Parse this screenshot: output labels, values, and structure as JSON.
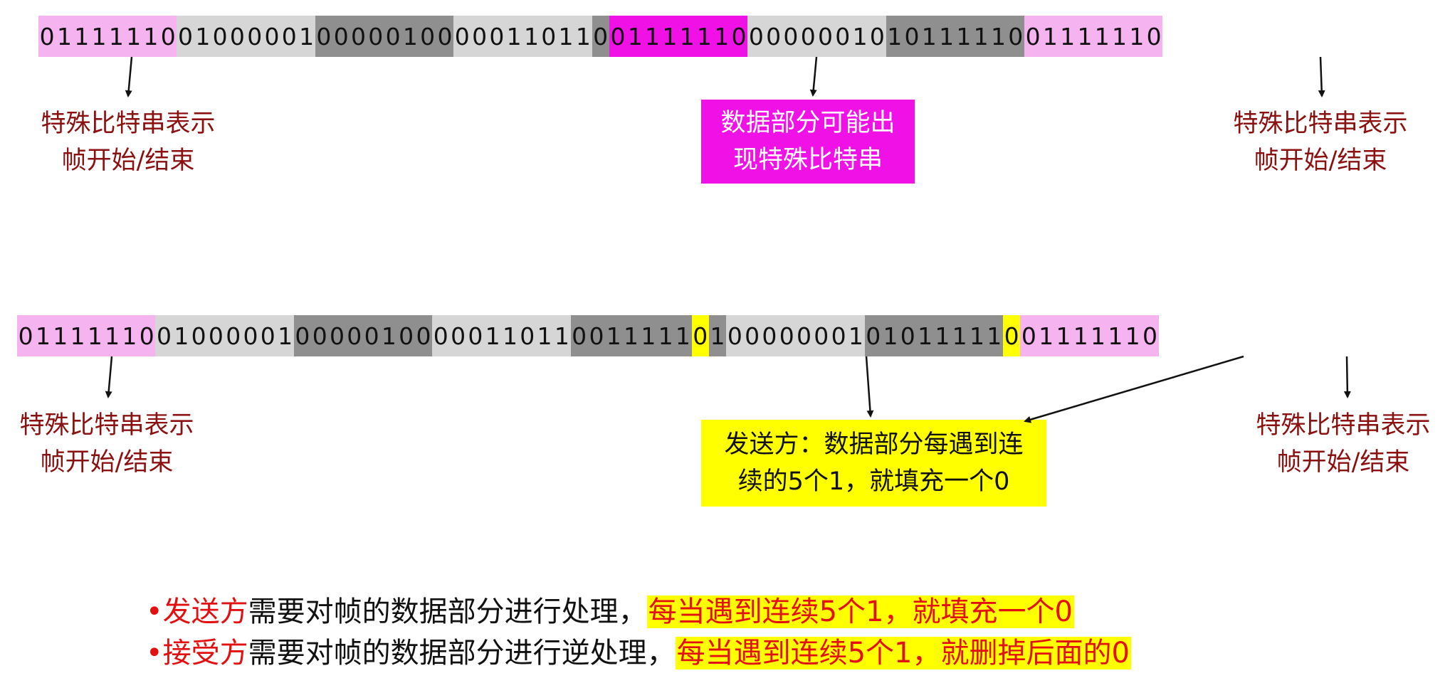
{
  "colors": {
    "flag_pink": "#f5b3f0",
    "data_light": "#d6d6d6",
    "data_mid": "#bdbdbd",
    "data_dark": "#8f8f8f",
    "magenta": "#f011e6",
    "yellow": "#ffff00",
    "label_red": "#8b1010",
    "text_red": "#e21010"
  },
  "frame1": {
    "segments": [
      {
        "bits": "01111110",
        "color": "flag_pink"
      },
      {
        "bits": "01000001",
        "color": "data_light"
      },
      {
        "bits": "00000100",
        "color": "data_dark"
      },
      {
        "bits": "00011011",
        "color": "data_light"
      },
      {
        "bits": "0",
        "color": "data_dark"
      },
      {
        "bits": "0111111",
        "color": "magenta"
      },
      {
        "bits": "0",
        "color": "magenta"
      },
      {
        "bits": "0000001",
        "color": "data_light"
      },
      {
        "bits": "0",
        "color": "data_light"
      },
      {
        "bits": "1011111",
        "color": "data_dark"
      },
      {
        "bits": "0",
        "color": "data_dark"
      },
      {
        "bits": "01111110",
        "color": "flag_pink"
      }
    ],
    "label_left": [
      "特殊比特串表示",
      "帧开始/结束"
    ],
    "label_right": [
      "特殊比特串表示",
      "帧开始/结束"
    ],
    "callout": [
      "数据部分可能出",
      "现特殊比特串"
    ]
  },
  "frame2": {
    "segments": [
      {
        "bits": "01111110",
        "color": "flag_pink"
      },
      {
        "bits": "01000001",
        "color": "data_light"
      },
      {
        "bits": "00000100",
        "color": "data_dark"
      },
      {
        "bits": "00011011",
        "color": "data_light"
      },
      {
        "bits": "0011111",
        "color": "data_dark"
      },
      {
        "bits": "0",
        "color": "yellow"
      },
      {
        "bits": "1",
        "color": "data_dark"
      },
      {
        "bits": "00000001",
        "color": "data_light"
      },
      {
        "bits": "0101111",
        "color": "data_dark"
      },
      {
        "bits": "1",
        "color": "data_dark"
      },
      {
        "bits": "0",
        "color": "yellow"
      },
      {
        "bits": "01111110",
        "color": "flag_pink"
      }
    ],
    "label_left": [
      "特殊比特串表示",
      "帧开始/结束"
    ],
    "label_right": [
      "特殊比特串表示",
      "帧开始/结束"
    ],
    "callout": [
      "发送方：数据部分每遇到连",
      "续的5个1，就填充一个0"
    ]
  },
  "bullets": [
    {
      "dot": "•",
      "term": "发送方",
      "text": "需要对帧的数据部分进行处理，",
      "highlight": "每当遇到连续5个1，就填充一个0"
    },
    {
      "dot": "•",
      "term": "接受方",
      "text": "需要对帧的数据部分进行逆处理，",
      "highlight": "每当遇到连续5个1，就删掉后面的0"
    }
  ]
}
